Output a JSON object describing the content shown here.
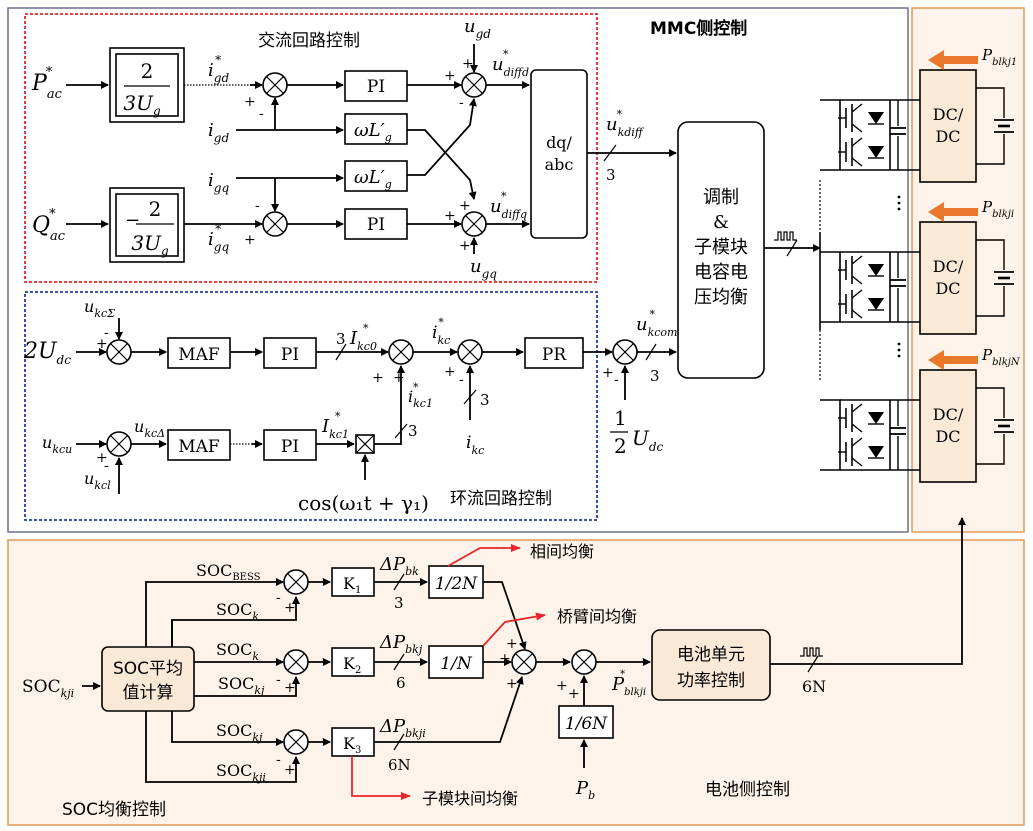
{
  "regions": {
    "mmc_side": "MMC侧控制",
    "ac_loop": "交流回路控制",
    "circ_loop": "环流回路控制",
    "soc_balance": "SOC均衡控制",
    "battery_side": "电池侧控制"
  },
  "ac_loop": {
    "p_ref": "P",
    "p_ref_sub": "ac",
    "p_ref_sup": "*",
    "q_ref": "Q",
    "q_ref_sub": "ac",
    "q_ref_sup": "*",
    "gain_p_num": "2",
    "gain_p_den": "3U",
    "gain_p_den_sub": "g",
    "gain_q_sign": "−",
    "gain_q_num": "2",
    "gain_q_den": "3U",
    "gain_q_den_sub": "g",
    "igd_ref": "i",
    "igd_ref_sub": "gd",
    "igd_ref_sup": "*",
    "igq_ref": "i",
    "igq_ref_sub": "gq",
    "igq_ref_sup": "*",
    "igd": "i",
    "igd_sub": "gd",
    "igq": "i",
    "igq_sub": "gq",
    "pi_d": "PI",
    "pi_q": "PI",
    "wl_top": "ωL′",
    "wl_top_sub": "g",
    "wl_bot": "ωL′",
    "wl_bot_sub": "g",
    "ugd": "u",
    "ugd_sub": "gd",
    "ugq": "u",
    "ugq_sub": "gq",
    "udiffd": "u",
    "udiffd_sub": "diffd",
    "udiffd_sup": "*",
    "udiffq": "u",
    "udiffq_sub": "diffq",
    "udiffq_sup": "*",
    "dqabc_1": "dq/",
    "dqabc_2": "abc",
    "ukdiff": "u",
    "ukdiff_sub": "kdiff",
    "ukdiff_sup": "*",
    "bus3": "3"
  },
  "modulation": {
    "line1": "调制",
    "line2": "&",
    "line3": "子模块",
    "line4": "电容电",
    "line5": "压均衡"
  },
  "circ_loop": {
    "two_udc": "2U",
    "two_udc_sub": "dc",
    "ukcsig": "u",
    "ukcsig_sub": "kcΣ",
    "ukcu": "u",
    "ukcu_sub": "kcu",
    "ukcl": "u",
    "ukcl_sub": "kcl",
    "ukcdelta": "u",
    "ukcdelta_sub": "kcΔ",
    "maf1": "MAF",
    "maf2": "MAF",
    "pi1": "PI",
    "pi2": "PI",
    "pr": "PR",
    "ikc0": "I",
    "ikc0_sub": "kc0",
    "ikc0_sup": "*",
    "ikc1": "I",
    "ikc1_sub": "kc1",
    "ikc1_sup": "*",
    "ikc1_small": "i",
    "ikc1_small_sub": "kc1",
    "ikc1_small_sup": "*",
    "ikc_ref": "i",
    "ikc_ref_sub": "kc",
    "ikc_ref_sup": "*",
    "ikc": "i",
    "ikc_sub": "kc",
    "ukcom": "u",
    "ukcom_sub": "kcom",
    "ukcom_sup": "*",
    "half_num": "1",
    "half_den": "2",
    "half_u": "U",
    "half_u_sub": "dc",
    "cos": "cos(ω₁t + γ₁)",
    "bus3": "3"
  },
  "converter": {
    "pblkj1": "P",
    "pblkj1_sub": "blkj1",
    "pblkji": "P",
    "pblkji_sub": "blkji",
    "pblkjn": "P",
    "pblkjn_sub": "blkjN",
    "dcdc_1": "DC/",
    "dcdc_2": "DC"
  },
  "soc": {
    "soc_kji": "SOC",
    "soc_kji_sub": "kji",
    "avg_1": "SOC平均",
    "avg_2": "值计算",
    "soc_bess": "SOC",
    "soc_bess_sub": "BESS",
    "soc_k_a": "SOC",
    "soc_k_a_sub": "k",
    "soc_k_b": "SOC",
    "soc_k_b_sub": "k",
    "soc_kj_a": "SOC",
    "soc_kj_a_sub": "kj",
    "soc_kj_b": "SOC",
    "soc_kj_b_sub": "kj",
    "soc_kji_b": "SOC",
    "soc_kji_b_sub": "kji",
    "k1": "K",
    "k1_sub": "1",
    "k2": "K",
    "k2_sub": "2",
    "k3": "K",
    "k3_sub": "3",
    "dpbk": "ΔP",
    "dpbk_sub": "bk",
    "dpbkj": "ΔP",
    "dpbkj_sub": "bkj",
    "dpbkji": "ΔP",
    "dpbkji_sub": "bkji",
    "n3": "3",
    "n6": "6",
    "n6n": "6N",
    "g_2n": "1/2N",
    "g_n": "1/N",
    "g_6n": "1/6N",
    "phase_bal": "相间均衡",
    "arm_bal": "桥臂间均衡",
    "sm_bal": "子模块间均衡",
    "pbref": "P",
    "pbref_sub": "blkji",
    "pbref_sup": "*",
    "pb": "P",
    "pb_sub": "b",
    "power_1": "电池单元",
    "power_2": "功率控制",
    "out6n": "6N"
  },
  "colors": {
    "ac_border": "#e8252a",
    "circ_border": "#1f3ea8",
    "mmc_border": "#6b6f8e",
    "battery_border": "#e09a55",
    "soc_border": "#e09a55",
    "battery_fill": "#fdf3ea",
    "soc_fill": "#fdf3ea",
    "arrow_orange": "#e8782a",
    "red_arrow": "#e8252a"
  }
}
